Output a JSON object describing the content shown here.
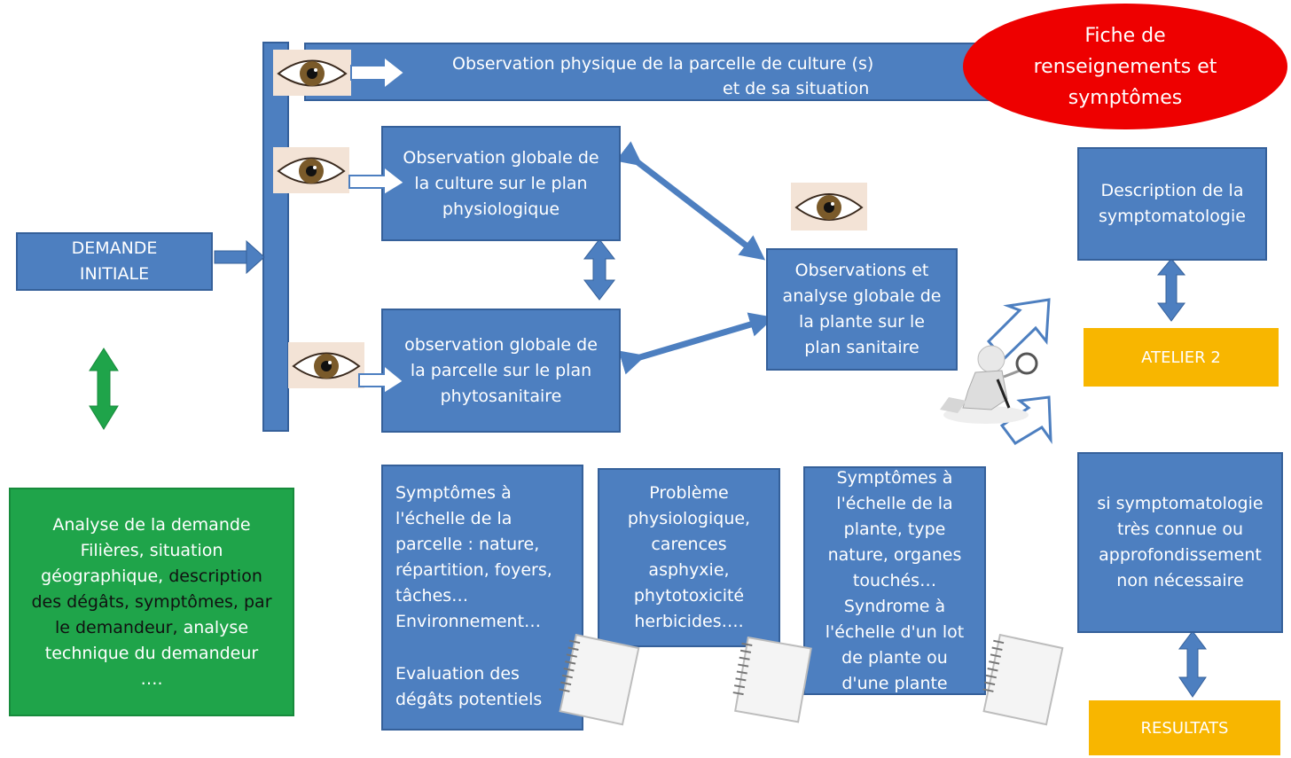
{
  "ellipse": {
    "line1": "Fiche de",
    "line2": "renseignements et",
    "line3": "symptômes"
  },
  "boxes": {
    "demande": "DEMANDE\nINITIALE",
    "obs_physique_l1": "Observation  physique de la parcelle de culture (s)",
    "obs_physique_l2": "et de sa situation",
    "obs_globale_culture": "Observation  globale de\nla culture sur le plan\nphysiologique",
    "obs_globale_parcelle": "observation globale de\nla parcelle sur le plan\nphytosanitaire",
    "obs_analyse_plante": "Observations  et\nanalyse globale de\nla plante sur le\nplan sanitaire",
    "description_symptomatologie": "Description  de la\nsymptomatologie",
    "symptomatologie_connue": "si symptomatologie\ntrès connue ou\napprofondissement\nnon nécessaire",
    "symptomes_parcelle": "Symptômes à\nl'échelle de la\nparcelle :  nature,\nrépartition, foyers,\ntâches…\nEnvironnement…",
    "evaluation_degats": "Evaluation  des\ndégâts potentiels",
    "probleme_physio": "Problème\nphysiologique,\ncarences\nasphyxie,\nphytotoxicité\nherbicides….",
    "symptomes_plante": "Symptômes à\nl'échelle  de la\nplante, type\nnature, organes\ntouchés…\nSyndrome à\nl'échelle  d'un lot\nde plante ou\nd'une plante"
  },
  "analyse": {
    "line1": "Analyse de la demande",
    "line2": "Filières, situation",
    "line3_white": "géographique, ",
    "line3_dark": "description",
    "line4_dark": "des dégâts, symptômes, par",
    "line5_dark": "le demandeur, ",
    "line5_white": "analyse",
    "line6": "technique du demandeur",
    "line7": "…."
  },
  "atelier": "ATELIER  2",
  "resultats": "RESULTATS",
  "colors": {
    "box_blue": "#4d7fc0",
    "green": "#1fa44a",
    "red": "#ee0000",
    "yellow": "#f8b600"
  },
  "icons": [
    "eye-icon",
    "notepad-icon",
    "magnifier-figure-icon",
    "arrow-icon"
  ]
}
